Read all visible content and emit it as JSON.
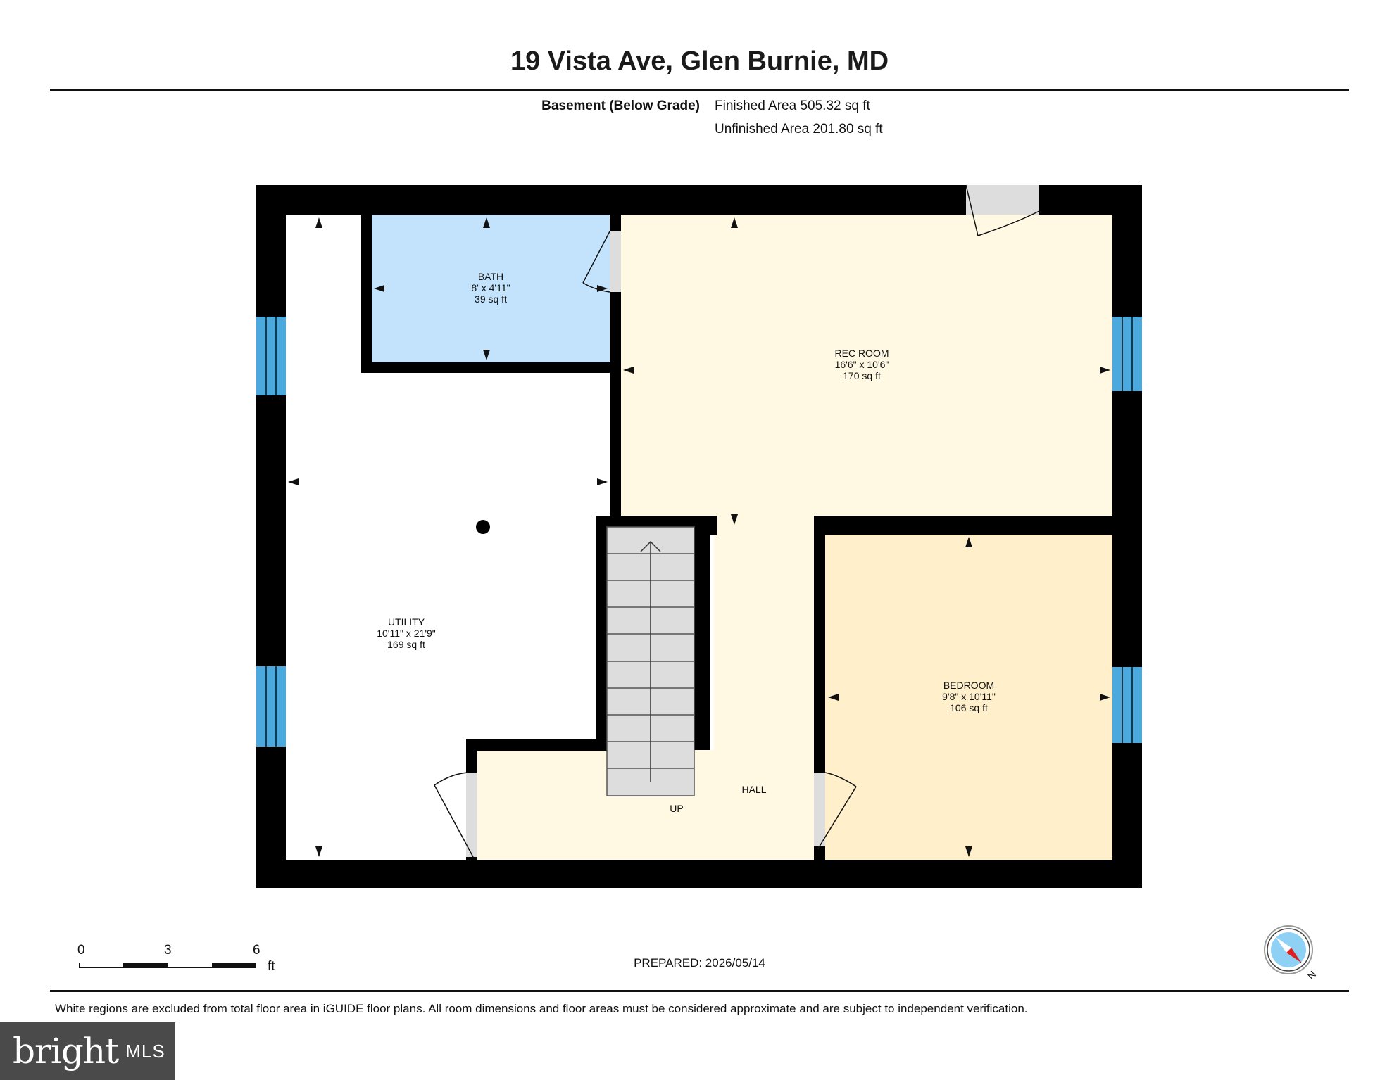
{
  "header": {
    "title": "19 Vista Ave, Glen Burnie, MD",
    "level_label": "Basement (Below Grade)",
    "finished_area": "Finished Area 505.32 sq ft",
    "unfinished_area": "Unfinished Area 201.80 sq ft"
  },
  "rooms": {
    "bath": {
      "name": "BATH",
      "dims": "8' x 4'11\"",
      "area": "39 sq ft"
    },
    "rec_room": {
      "name": "REC ROOM",
      "dims": "16'6\" x 10'6\"",
      "area": "170 sq ft"
    },
    "utility": {
      "name": "UTILITY",
      "dims": "10'11\" x 21'9\"",
      "area": "169 sq ft"
    },
    "bedroom": {
      "name": "BEDROOM",
      "dims": "9'8\" x 10'11\"",
      "area": "106 sq ft"
    },
    "hall": {
      "name": "HALL"
    },
    "stairs": {
      "label": "UP"
    }
  },
  "colors": {
    "wall": "#000000",
    "bath": "#c2e3fb",
    "rec_room": "#fff9e3",
    "bedroom": "#fff0cb",
    "hall": "#fff9e3",
    "window": "#4ba9dd",
    "door_swing": "#dddddd"
  },
  "scale_bar": {
    "ticks": [
      "0",
      "3",
      "6"
    ],
    "unit": "ft"
  },
  "footer": {
    "prepared": "PREPARED: 2026/05/14",
    "disclaimer": "White regions are excluded from total floor area in iGUIDE floor plans. All room dimensions and floor areas must be considered approximate and are subject to independent verification."
  },
  "compass": {
    "label": "N"
  },
  "logo": {
    "word": "bright",
    "suffix": "MLS"
  }
}
